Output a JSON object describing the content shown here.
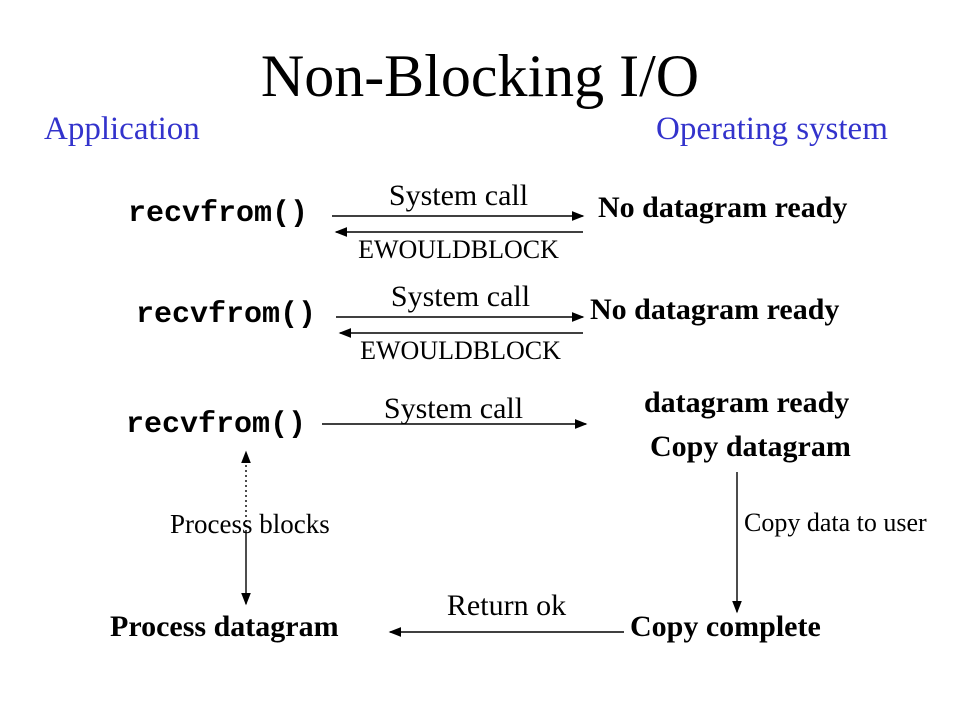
{
  "slide": {
    "title": "Non-Blocking I/O",
    "background_color": "#ffffff",
    "header_color": "#3333cc",
    "text_color": "#000000"
  },
  "headers": {
    "left": "Application",
    "right": "Operating system"
  },
  "rows": [
    {
      "call": "recvfrom()",
      "arrow_label": "System call",
      "return_label": "EWOULDBLOCK",
      "os_label": "No datagram ready"
    },
    {
      "call": "recvfrom()",
      "arrow_label": "System call",
      "return_label": "EWOULDBLOCK",
      "os_label": "No datagram ready"
    },
    {
      "call": "recvfrom()",
      "arrow_label": "System call",
      "os_label": "datagram ready",
      "os_sub_label": "Copy datagram"
    }
  ],
  "wait": {
    "app_label": "Process blocks",
    "os_label": "Copy data to user"
  },
  "finish": {
    "arrow_label": "Return ok",
    "app_label": "Process datagram",
    "os_label": "Copy complete"
  }
}
